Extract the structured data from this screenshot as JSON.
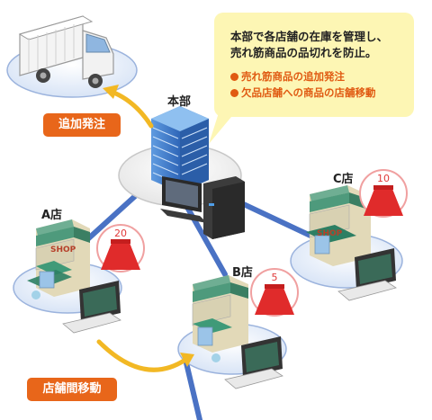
{
  "callout": {
    "line1": "本部で各店舗の在庫を管理し、",
    "line2": "売れ筋商品の品切れを防止。",
    "bullet1": "売れ筋商品の追加発注",
    "bullet2": "欠品店舗への商品の店舗移動"
  },
  "labels": {
    "hq": "本部",
    "store_a": "A店",
    "store_b": "B店",
    "store_c": "C店"
  },
  "buttons": {
    "reorder": "追加発注",
    "transfer": "店舗間移動"
  },
  "stock": {
    "store_a": "20",
    "store_b": "5",
    "store_c": "10"
  },
  "shop_sign": "SHOP",
  "colors": {
    "accent_orange": "#e8661a",
    "callout_bg": "#fdf6b4",
    "network_line": "#4a72c4",
    "arrow": "#f2b824",
    "stock_red": "#e03a3a"
  }
}
